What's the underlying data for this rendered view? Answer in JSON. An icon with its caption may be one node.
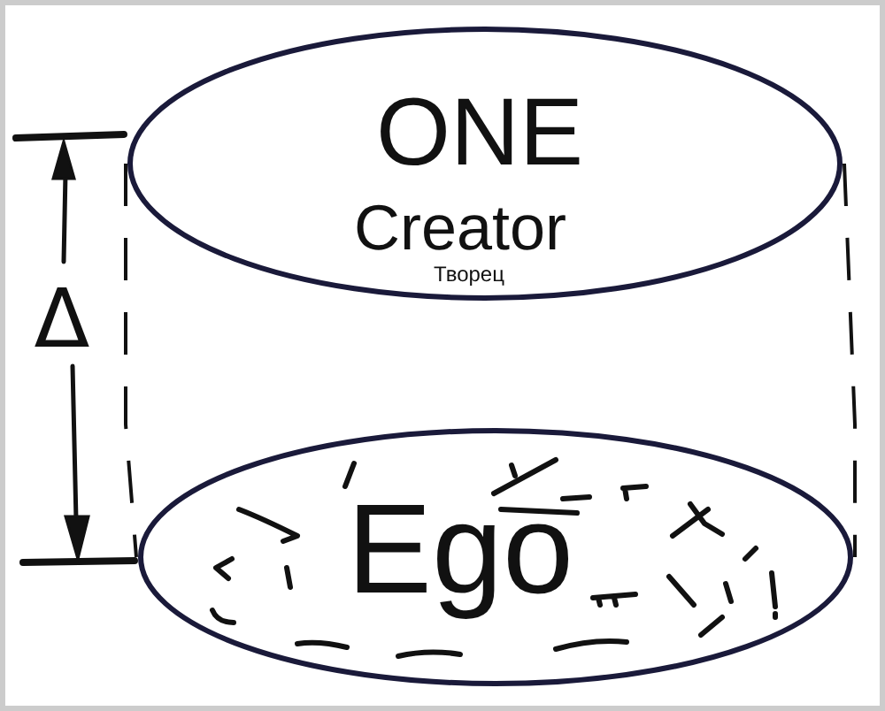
{
  "diagram": {
    "nodes": [
      {
        "text": [
          "ONE",
          "Creator",
          "Творец"
        ]
      },
      {
        "text": [
          "Ego"
        ]
      }
    ],
    "edges": [
      {
        "from": 0,
        "to": 1,
        "arrow": "none",
        "style": "dashed"
      },
      {
        "from": 0,
        "to": 1,
        "arrow": "none",
        "style": "dashed"
      }
    ],
    "labels": [
      "Δ"
    ]
  }
}
